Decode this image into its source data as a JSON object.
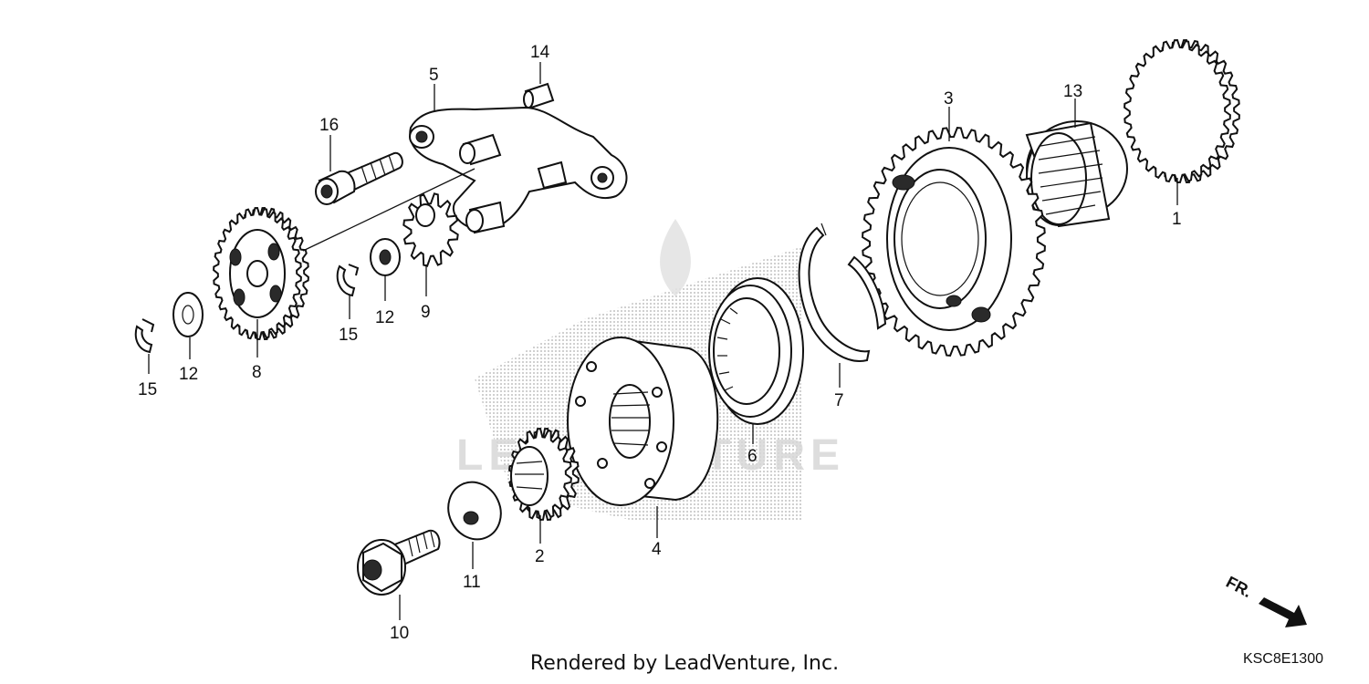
{
  "footer": {
    "credit": "Rendered by LeadVenture, Inc.",
    "diagram_code": "KSC8E1300"
  },
  "direction_marker": {
    "label": "FR."
  },
  "watermark": {
    "text": "LEADVENTURE"
  },
  "callouts": {
    "p1": "1",
    "p2": "2",
    "p3": "3",
    "p4": "4",
    "p5": "5",
    "p6": "6",
    "p7": "7",
    "p8": "8",
    "p9": "9",
    "p10": "10",
    "p11": "11",
    "p12a": "12",
    "p12b": "12",
    "p13": "13",
    "p14": "14",
    "p15a": "15",
    "p15b": "15",
    "p16": "16"
  },
  "colors": {
    "line": "#111111",
    "background": "#ffffff",
    "watermark": "#d8d8d8",
    "shading": "#9a9a9a"
  }
}
